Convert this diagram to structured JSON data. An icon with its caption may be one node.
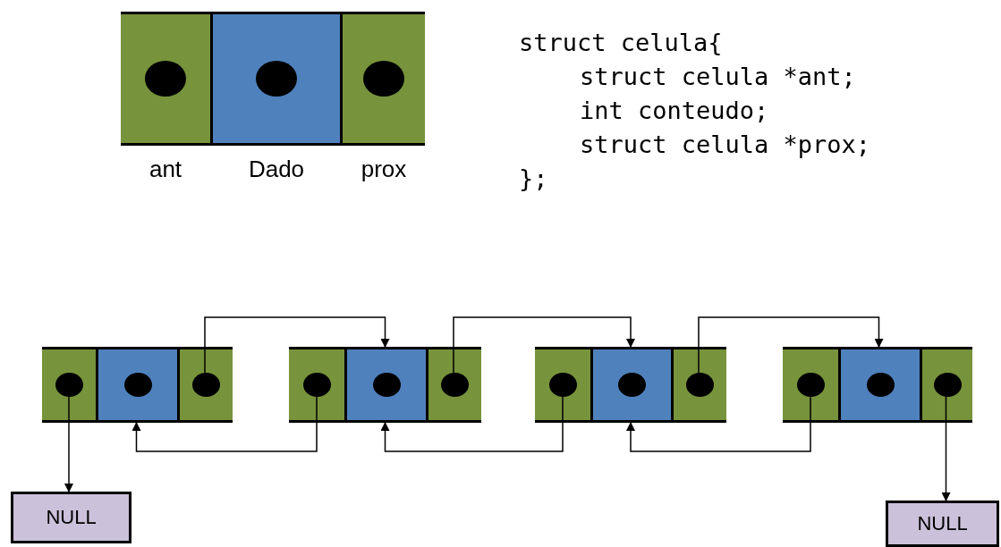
{
  "diagram": {
    "nodes": [
      {
        "text": [],
        "shape": "box"
      },
      {
        "text": [],
        "shape": "box",
        "in": 0,
        "beside": [
          "ant"
        ]
      },
      {
        "text": [],
        "shape": "box",
        "in": 0,
        "beside": [
          "Dado"
        ]
      },
      {
        "text": [],
        "shape": "box",
        "in": 0,
        "beside": [
          "prox"
        ]
      },
      {
        "text": [],
        "shape": "box"
      },
      {
        "text": [],
        "shape": "box",
        "in": 4
      },
      {
        "text": [],
        "shape": "box",
        "in": 4
      },
      {
        "text": [],
        "shape": "box",
        "in": 4
      },
      {
        "text": [],
        "shape": "box"
      },
      {
        "text": [],
        "shape": "box",
        "in": 8
      },
      {
        "text": [],
        "shape": "box",
        "in": 8
      },
      {
        "text": [],
        "shape": "box",
        "in": 8
      },
      {
        "text": [],
        "shape": "box"
      },
      {
        "text": [],
        "shape": "box",
        "in": 12
      },
      {
        "text": [],
        "shape": "box",
        "in": 12
      },
      {
        "text": [],
        "shape": "box",
        "in": 12
      },
      {
        "text": [],
        "shape": "box"
      },
      {
        "text": [],
        "shape": "box",
        "in": 16
      },
      {
        "text": [],
        "shape": "box",
        "in": 16
      },
      {
        "text": [],
        "shape": "box",
        "in": 16
      },
      {
        "text": [
          "NULL"
        ]
      },
      {
        "text": [
          "NULL"
        ]
      }
    ],
    "edges": [
      {
        "from": 5,
        "to": 20,
        "arrow": "to"
      },
      {
        "from": 7,
        "to": 10,
        "arrow": "to"
      },
      {
        "from": 9,
        "to": 6,
        "arrow": "to"
      },
      {
        "from": 11,
        "to": 14,
        "arrow": "to"
      },
      {
        "from": 13,
        "to": 10,
        "arrow": "to"
      },
      {
        "from": 15,
        "to": 18,
        "arrow": "to"
      },
      {
        "from": 17,
        "to": 14,
        "arrow": "to"
      },
      {
        "from": 19,
        "to": 21,
        "arrow": "to"
      }
    ],
    "labels": [
      "struct celula{",
      "struct celula *ant;",
      "int conteudo;",
      "struct celula *prox;",
      "};"
    ]
  }
}
